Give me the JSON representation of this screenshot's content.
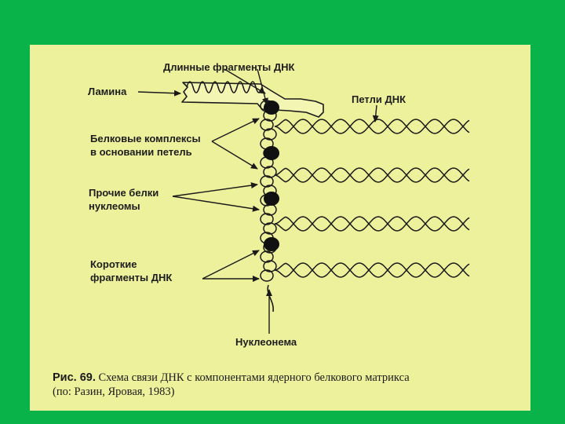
{
  "figure": {
    "labels": {
      "long_fragments": "Длинные фрагменты ДНК",
      "lamina": "Ламина",
      "dna_loops": "Петли ДНК",
      "protein_complexes_1": "Белковые комплексы",
      "protein_complexes_2": "в основании петель",
      "other_proteins_1": "Прочие белки",
      "other_proteins_2": "нуклеомы",
      "short_fragments_1": "Короткие",
      "short_fragments_2": "фрагменты ДНК",
      "nucleonema": "Нуклеонема"
    },
    "caption": {
      "fig_number": "Рис. 69.",
      "line1_text": " Схема связи ДНК с компонентами ядерного белкового матрикса",
      "line2": "(по: Разин, Яровая, 1983)"
    }
  },
  "colors": {
    "slide_background": "#0ab24a",
    "figure_background": "#edf19c",
    "ink": "#1a1a1a"
  }
}
